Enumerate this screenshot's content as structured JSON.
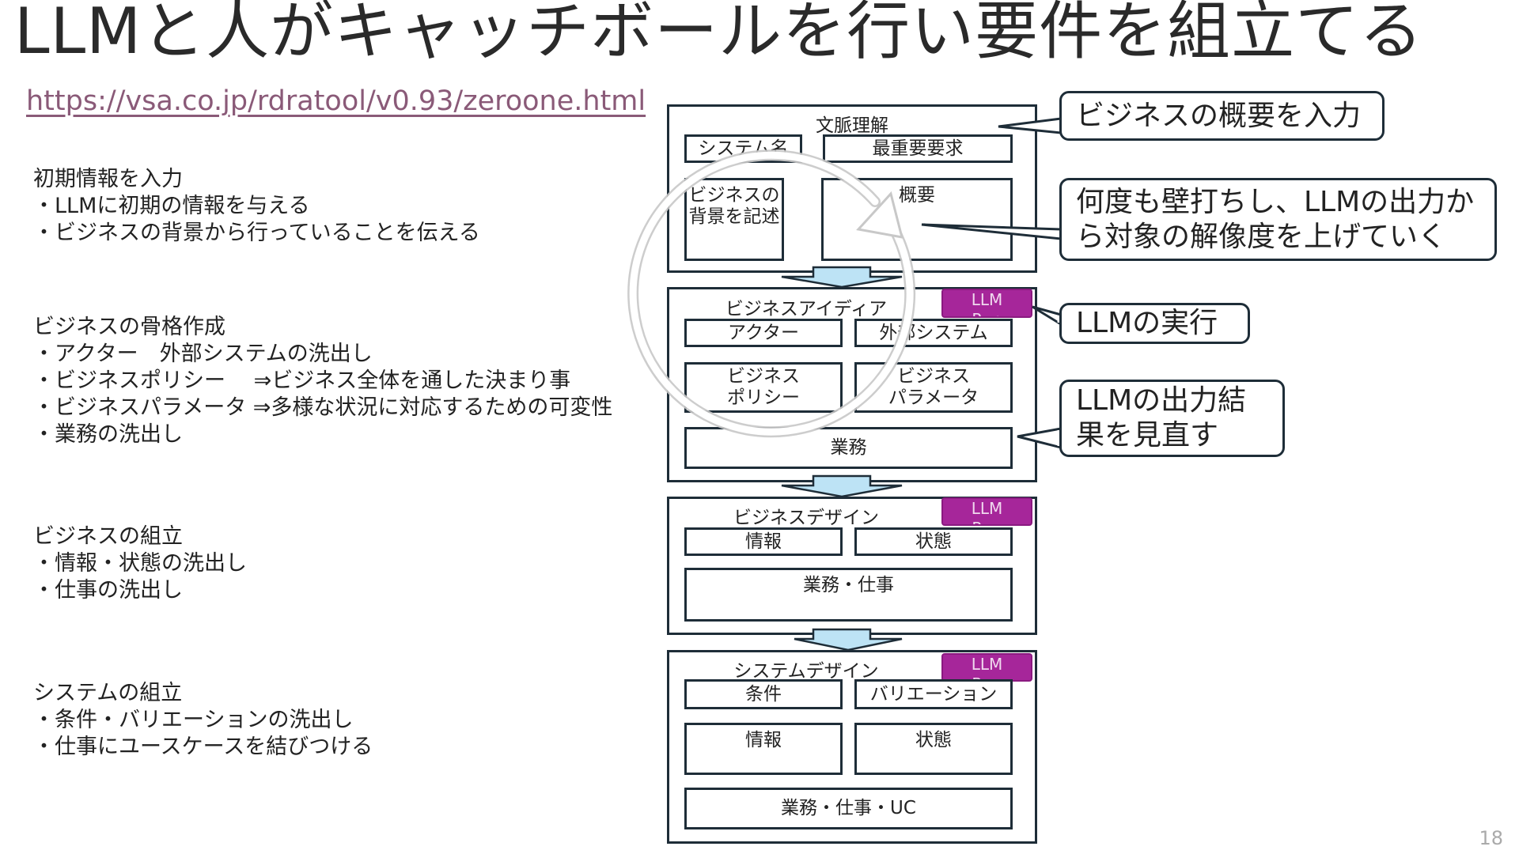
{
  "slide": {
    "title": "LLMと人がキャッチボールを行い要件を組立てる",
    "url": "https://vsa.co.jp/rdratool/v0.93/zeroone.html",
    "page_number": "18"
  },
  "notes": [
    {
      "heading": "初期情報を入力",
      "items": [
        "・LLMに初期の情報を与える",
        "・ビジネスの背景から行っていることを伝える"
      ]
    },
    {
      "heading": "ビジネスの骨格作成",
      "items": [
        "・アクター　外部システムの洗出し",
        "・ビジネスポリシー　 ⇒ビジネス全体を通した決まり事",
        "・ビジネスパラメータ ⇒多様な状況に対応するための可変性",
        "・業務の洗出し"
      ]
    },
    {
      "heading": "ビジネスの組立",
      "items": [
        "・情報・状態の洗出し",
        "・仕事の洗出し"
      ]
    },
    {
      "heading": "システムの組立",
      "items": [
        "・条件・バリエーションの洗出し",
        "・仕事にユースケースを結びつける"
      ]
    }
  ],
  "diagram": {
    "context": {
      "title": "文脈理解",
      "system_name": "システム名",
      "top_requirement": "最重要要求",
      "business_background": "ビジネスの\n背景を記述",
      "overview": "概要"
    },
    "business_idea": {
      "title": "ビジネスアイディア",
      "actor": "アクター",
      "external_system": "外部システム",
      "business_policy": "ビジネス\nポリシー",
      "business_parameter": "ビジネス\nパラメータ",
      "business": "業務"
    },
    "business_design": {
      "title": "ビジネスデザイン",
      "information": "情報",
      "state": "状態",
      "business_work": "業務・仕事"
    },
    "system_design": {
      "title": "システムデザイン",
      "condition": "条件",
      "variation": "バリエーション",
      "information": "情報",
      "state": "状態",
      "business_work_uc": "業務・仕事・UC"
    },
    "llm_run_label": "LLM\nRun"
  },
  "callouts": {
    "input_overview": "ビジネスの概要を入力",
    "iterate": "何度も壁打ちし、LLMの出力か\nら対象の解像度を上げていく",
    "run_llm": "LLMの実行",
    "review_output": "LLMの出力結\n果を見直す"
  },
  "colors": {
    "frame": "#1e2d38",
    "llm_badge": "#a6269a",
    "arrow_fill": "#bde3f5",
    "url": "#8a5a78"
  }
}
